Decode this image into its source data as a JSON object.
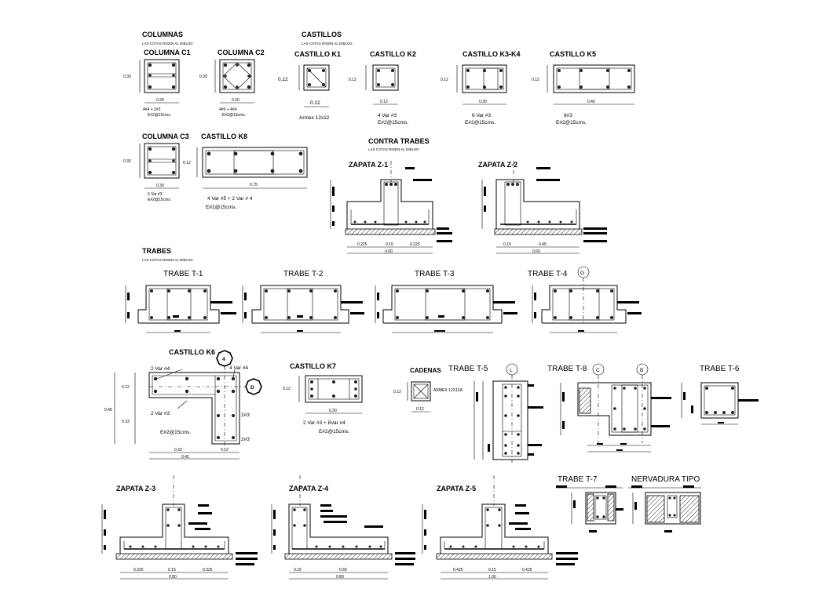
{
  "sections": {
    "columnas": {
      "title": "COLUMNAS",
      "note": "LAS COTAS RIGEN AL DIBUJO"
    },
    "castillos": {
      "title": "CASTILLOS",
      "note": "LAS COTAS RIGEN AL DIBUJO"
    },
    "contra_trabes": {
      "title": "CONTRA TRABES",
      "note": "LAS COTAS RIGEN AL DIBUJO"
    },
    "trabes": {
      "title": "TRABES",
      "note": "LAS COTAS RIGEN AL DIBUJO"
    }
  },
  "columns": {
    "c1": {
      "title": "COLUMNA C1",
      "height": "0.30",
      "width": "0.30",
      "spec1": "4#4 + 2#3",
      "spec2": "E#2@15cms."
    },
    "c2": {
      "title": "COLUMNA C2",
      "height": "0.30",
      "width": "0.30",
      "spec1": "4#5 + 4#4",
      "spec2": "E#2@15cms."
    },
    "c3": {
      "title": "COLUMNA C3",
      "height": "0.30",
      "width": "0.30",
      "spec1": "6 Var #3",
      "spec2": "E#2@15cms."
    }
  },
  "castillos": {
    "k1": {
      "title": "CASTILLO K1",
      "height": "0.12",
      "width": "0.12",
      "spec1": "Armex 12x12"
    },
    "k2": {
      "title": "CASTILLO K2",
      "height": "0.12",
      "width": "0.12",
      "spec1": "4 Var #3",
      "spec2": "E#2@15cms."
    },
    "k34": {
      "title": "CASTILLO K3-K4",
      "height": "0.12",
      "width": "0.30",
      "spec1": "6 Var #3",
      "spec2": "E#2@15cms."
    },
    "k5": {
      "title": "CASTILLO K5",
      "height": "0.12",
      "width": "0.40",
      "spec1": "8#3",
      "spec2": "E#2@15cms."
    },
    "k8": {
      "title": "CASTILLO K8",
      "height": "0.12",
      "width": "0.75",
      "spec1": "4 Var #5 + 2 Var # 4",
      "spec2": "E#2@15cms."
    },
    "k6": {
      "title": "CASTILLO K6",
      "top_left_label": "2 Var #4",
      "top_right_label": "4 Var #4",
      "mid_label": "2 Var #3",
      "right_label1": "2#3",
      "right_label2": "2#3",
      "stirrup": "E#2@15cms.",
      "dim_012": "0.12",
      "dim_045_v": "0.45",
      "dim_033_v": "0.33",
      "dim_033_h": "0.33",
      "dim_012_h": "0.12",
      "dim_045_h": "0.45",
      "axis_4": "4",
      "axis_d": "D"
    },
    "k7": {
      "title": "CASTILLO K7",
      "height": "0.12",
      "width": "0.30",
      "spec1": "2 Var #3 + 6Var #4",
      "spec2": "E#2@15cms."
    }
  },
  "cadenas": {
    "title": "CADENAS",
    "height": "0.12",
    "width": "0.12",
    "spec": "ARMEX 12X12A"
  },
  "zapatas_top": {
    "z1": {
      "title": "ZAPATA Z-1",
      "d1": "0.225",
      "d2": "0.15",
      "d3": "0.225",
      "total": "0.60"
    },
    "z2": {
      "title": "ZAPATA Z-2",
      "d1": "0.15",
      "d2": "0.45",
      "total": "0.60"
    }
  },
  "trabes": {
    "t1": {
      "title": "TRABE T-1"
    },
    "t2": {
      "title": "TRABE T-2"
    },
    "t3": {
      "title": "TRABE T-3"
    },
    "t4": {
      "title": "TRABE T-4",
      "axis": "G"
    },
    "t5": {
      "title": "TRABE T-5",
      "axis": "L"
    },
    "t8": {
      "title": "TRABE T-8",
      "axis1": "C",
      "axis2": "B"
    },
    "t6": {
      "title": "TRABE T-6"
    },
    "t7": {
      "title": "TRABE T-7"
    },
    "nervadura": {
      "title": "NERVADURA TIPO"
    }
  },
  "zapatas_bottom": {
    "z3": {
      "title": "ZAPATA Z-3",
      "d1": "0.325",
      "d2": "0.15",
      "d3": "0.325",
      "total": "0.80"
    },
    "z4": {
      "title": "ZAPATA Z-4",
      "d1": "0.15",
      "d2": "0.65",
      "total": "0.80"
    },
    "z5": {
      "title": "ZAPATA Z-5",
      "d1": "0.425",
      "d2": "0.15",
      "d3": "0.425",
      "total": "1.00"
    }
  }
}
